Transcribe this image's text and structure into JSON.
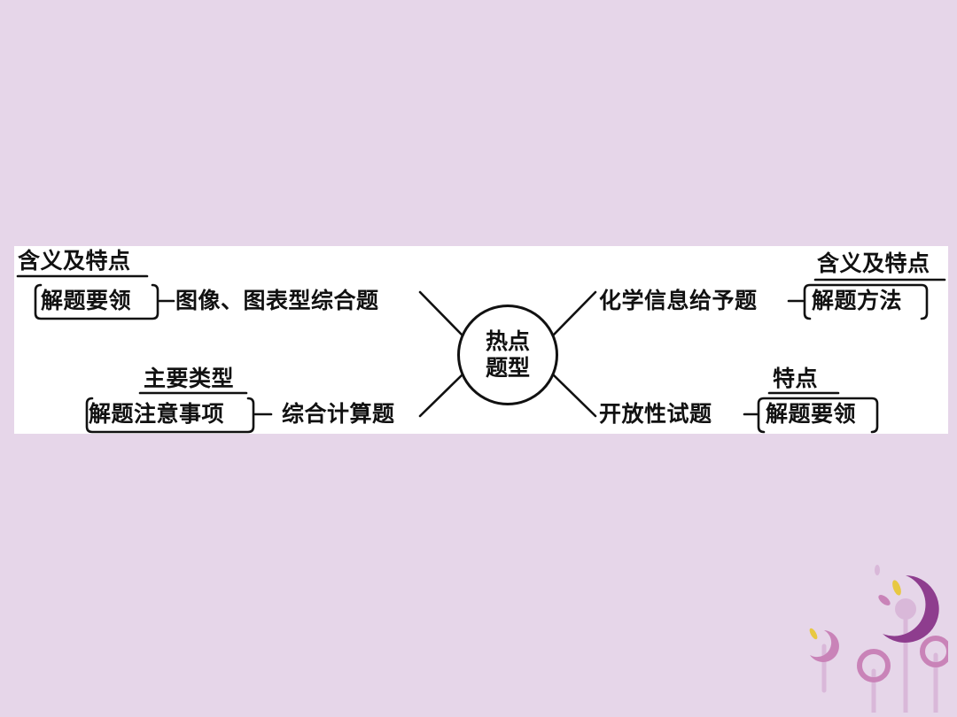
{
  "center": {
    "line1": "热点",
    "line2": "题型"
  },
  "branches": {
    "image_chart": {
      "title": "图像、图表型综合题",
      "top": "含义及特点",
      "boxed": "解题要领"
    },
    "calc": {
      "title": "综合计算题",
      "top": "主要类型",
      "boxed": "解题注意事项"
    },
    "info": {
      "title": "化学信息给予题",
      "top": "含义及特点",
      "boxed": "解题方法"
    },
    "open": {
      "title": "开放性试题",
      "top": "特点",
      "boxed": "解题要领"
    }
  },
  "colors": {
    "background": "#e6d6e9",
    "panel": "#ffffff",
    "ink": "#111111",
    "deco_purple": "#8e3d8e",
    "deco_pink": "#c983b8",
    "deco_yellow": "#e8c842",
    "deco_light": "#d9b8d9"
  }
}
